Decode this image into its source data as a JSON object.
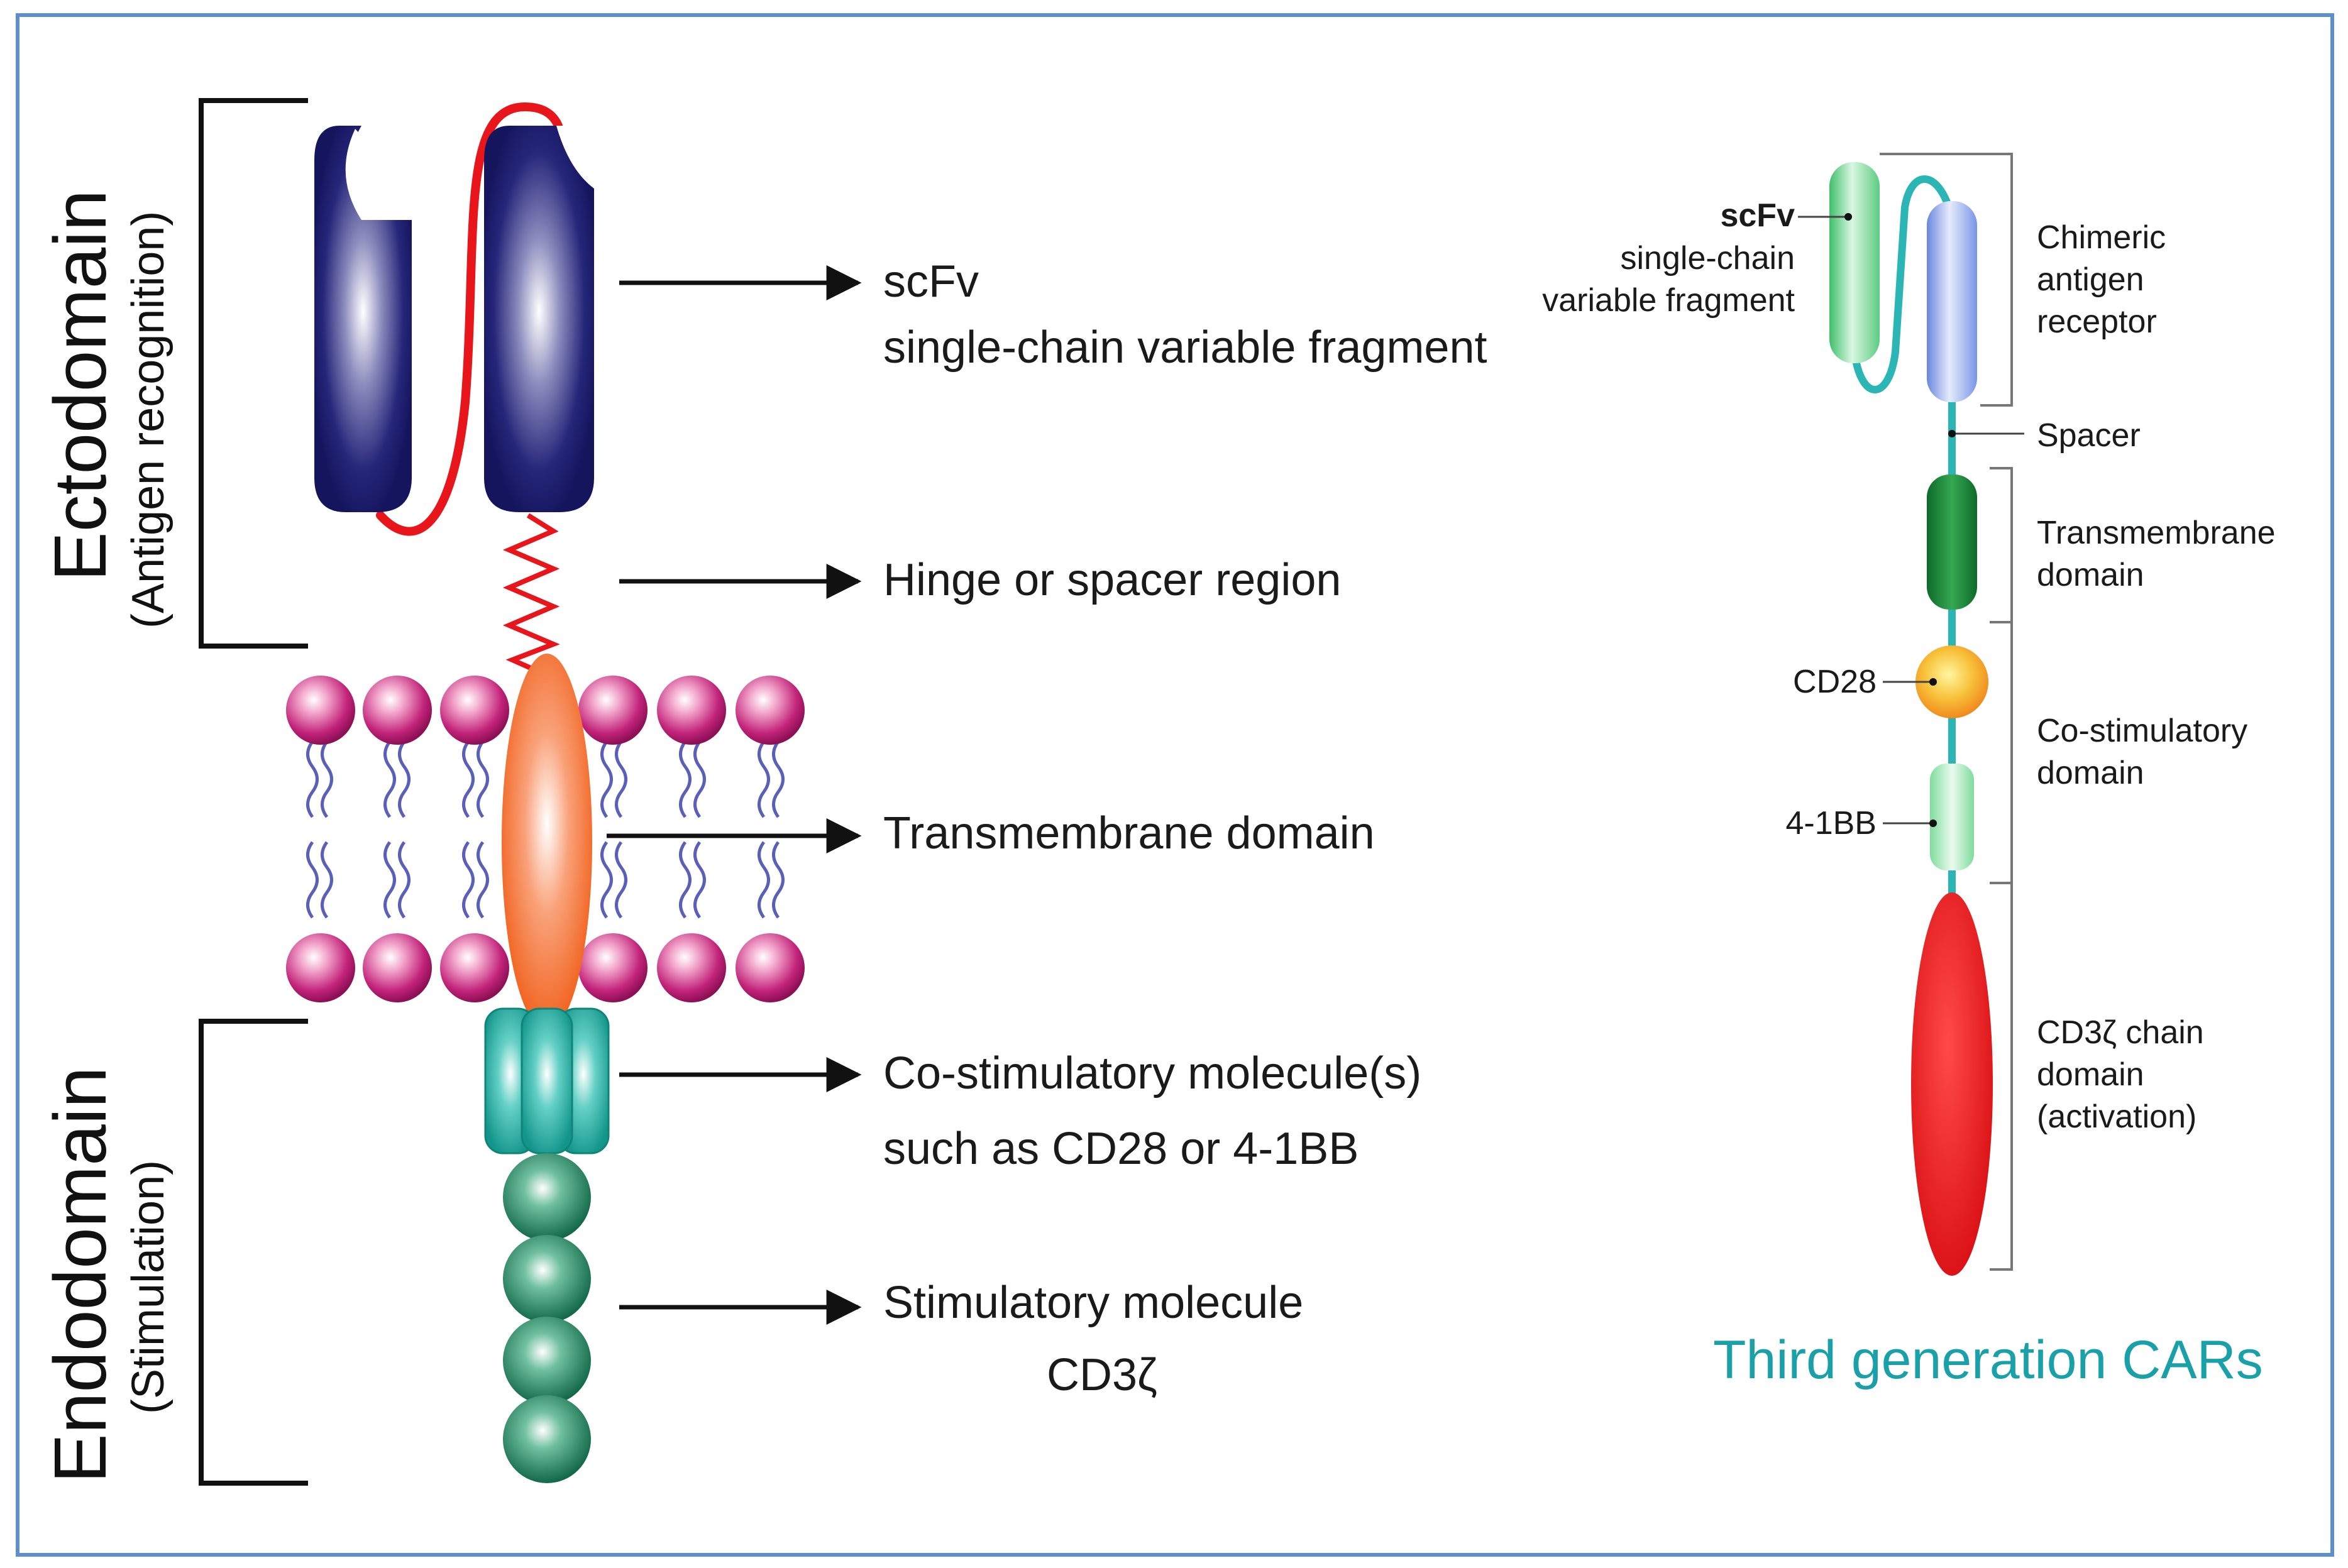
{
  "left_panel": {
    "ectodomain": {
      "title": "Ectodomain",
      "subtitle": "(Antigen recognition)"
    },
    "endodomain": {
      "title": "Endodomain",
      "subtitle": "(Stimulation)"
    },
    "callouts": {
      "scfv": {
        "line1": "scFv",
        "line2": "single-chain variable fragment"
      },
      "hinge": {
        "line1": "Hinge or spacer region"
      },
      "transmembrane": {
        "line1": "Transmembrane domain"
      },
      "costim": {
        "line1": "Co-stimulatory molecule(s)",
        "line2": "such as CD28 or 4-1BB"
      },
      "stim": {
        "line1": "Stimulatory molecule",
        "line2": "CD3ζ"
      }
    }
  },
  "right_panel": {
    "scfv_label": {
      "bold": "scFv",
      "line1": "single-chain",
      "line2": "variable fragment"
    },
    "car_label": {
      "line1": "Chimeric",
      "line2": "antigen",
      "line3": "receptor"
    },
    "spacer_label": "Spacer",
    "tm_label": {
      "line1": "Transmembrane",
      "line2": "domain"
    },
    "cd28_label": "CD28",
    "bb_label": "4-1BB",
    "costim_label": {
      "line1": "Co-stimulatory",
      "line2": "domain"
    },
    "cd3z_label": {
      "line1": "CD3ζ chain",
      "line2": "domain",
      "line3": "(activation)"
    },
    "caption": "Third generation CARs"
  },
  "colors": {
    "frame": "#5b8fd0",
    "scfv_navy": "#1c1c6b",
    "linker_red": "#e8151b",
    "lipid_head": "#b01a6e",
    "lipid_tail": "#5a5fb8",
    "tm_orange": "#f26a1b",
    "costim_teal": "#1aa79a",
    "cd3_green": "#1a7a5a",
    "caption_teal": "#1aa0a8"
  }
}
